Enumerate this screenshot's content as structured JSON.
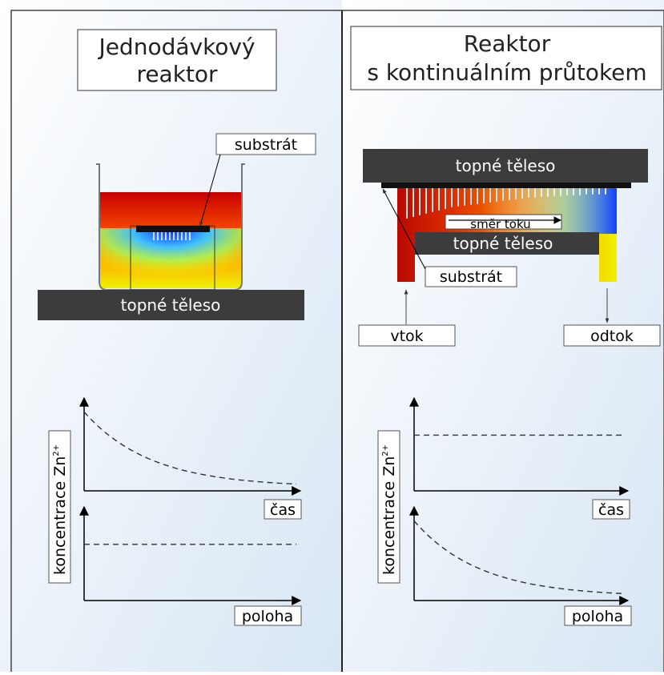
{
  "left": {
    "title_line1": "Jednodávkový",
    "title_line2": "reaktor",
    "substrate_label": "substrát",
    "heater_label": "topné těleso",
    "ylabel": "koncentrace Zn",
    "ylabel_sup": "2+",
    "top_xlabel": "čas",
    "bottom_xlabel": "poloha"
  },
  "right": {
    "title_line1": "Reaktor",
    "title_line2": "s kontinuálním průtokem",
    "heater_top_label": "topné těleso",
    "flow_label": "směr toku",
    "heater_bottom_label": "topné těleso",
    "substrate_label": "substrát",
    "inlet_label": "vtok",
    "outlet_label": "odtok",
    "ylabel": "koncentrace Zn",
    "ylabel_sup": "2+",
    "top_xlabel": "čas",
    "bottom_xlabel": "poloha"
  },
  "colors": {
    "hot": "#cc0000",
    "mid": "#f0c000",
    "cool": "#2060ff",
    "heater": "#3c3c3c"
  },
  "chart_data": [
    {
      "type": "line",
      "panel": "left-top",
      "xlabel": "čas",
      "ylabel": "koncentrace Zn2+",
      "series": [
        {
          "shape": "decaying",
          "x": [
            0,
            0.2,
            0.4,
            0.6,
            0.8,
            1.0
          ],
          "y": [
            0.85,
            0.45,
            0.28,
            0.17,
            0.1,
            0.05
          ]
        }
      ]
    },
    {
      "type": "line",
      "panel": "left-bottom",
      "xlabel": "poloha",
      "ylabel": "koncentrace Zn2+",
      "series": [
        {
          "shape": "constant",
          "x": [
            0,
            1
          ],
          "y": [
            0.6,
            0.6
          ]
        }
      ]
    },
    {
      "type": "line",
      "panel": "right-top",
      "xlabel": "čas",
      "ylabel": "koncentrace Zn2+",
      "series": [
        {
          "shape": "constant",
          "x": [
            0,
            1
          ],
          "y": [
            0.6,
            0.6
          ]
        }
      ]
    },
    {
      "type": "line",
      "panel": "right-bottom",
      "xlabel": "poloha",
      "ylabel": "koncentrace Zn2+",
      "series": [
        {
          "shape": "decaying",
          "x": [
            0,
            0.2,
            0.4,
            0.6,
            0.8,
            1.0
          ],
          "y": [
            0.85,
            0.45,
            0.28,
            0.17,
            0.1,
            0.05
          ]
        }
      ]
    }
  ]
}
